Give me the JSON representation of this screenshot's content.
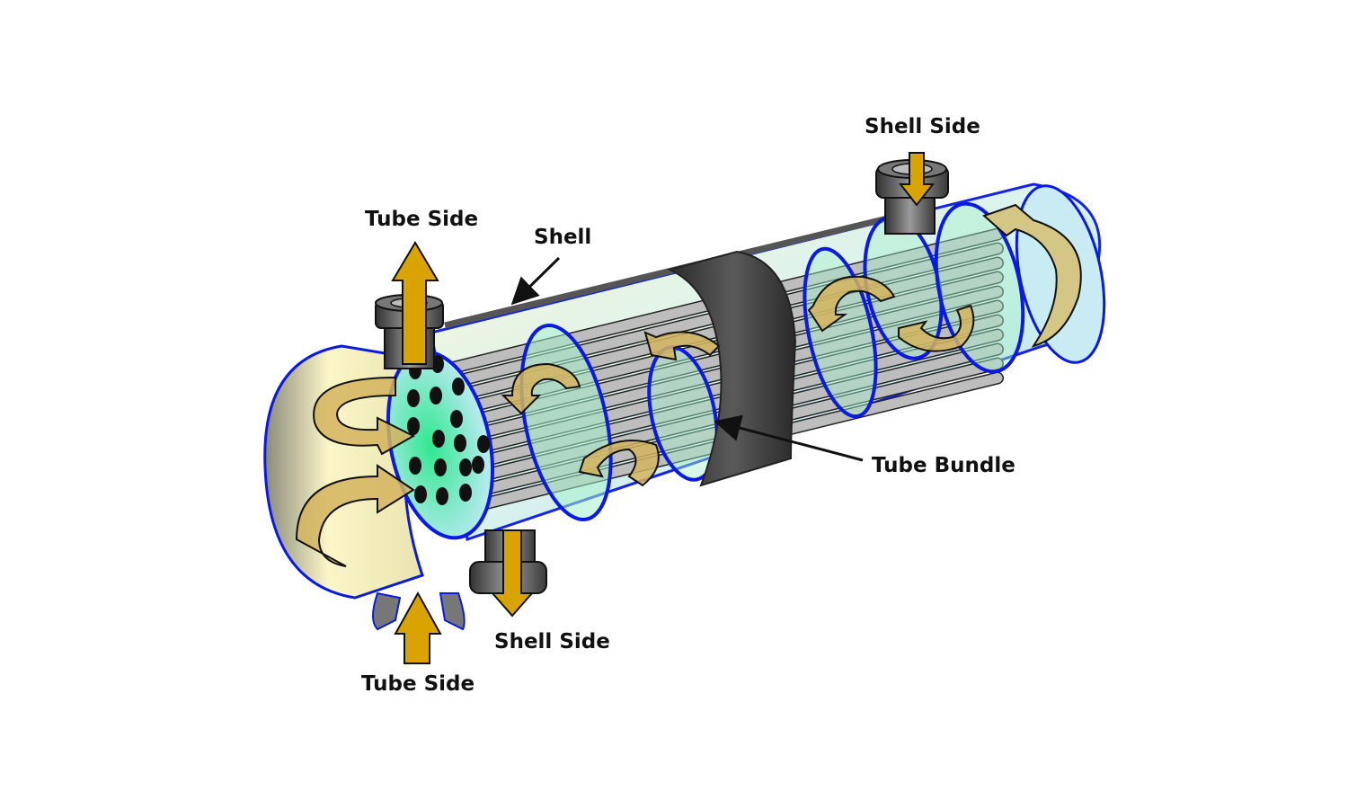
{
  "diagram": {
    "title": "Shell and Tube Heat Exchanger",
    "labels": {
      "tube_side_outlet": "Tube Side",
      "tube_side_inlet": "Tube Side",
      "shell_side_inlet": "Shell Side",
      "shell_side_outlet": "Shell Side",
      "shell": "Shell",
      "tube_bundle": "Tube Bundle"
    },
    "components": [
      "shell",
      "tube-bundle",
      "tubesheet",
      "baffles",
      "front-head",
      "nozzles",
      "support-band"
    ],
    "tube_count_visible": 17,
    "colors": {
      "shell_fill": "#d6f1f4",
      "shell_outline": "#0a1adf",
      "tubesheet_fill": "#66e3b0",
      "tube_fill": "#bdbdbd",
      "flow_arrow": "#d9a300",
      "flow_arrow_transparent": "#c9ab5a",
      "nozzle": "#555555",
      "band": "#444444",
      "head_fill": "#f5f0c0"
    }
  }
}
